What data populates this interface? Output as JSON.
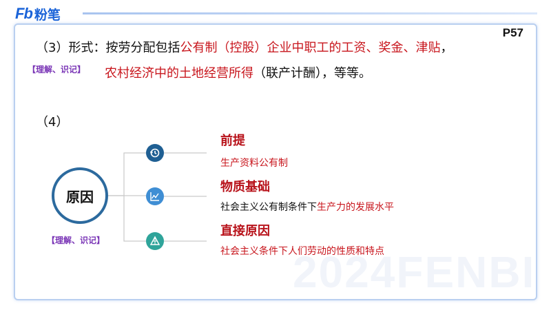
{
  "brand": {
    "mark": "Fb",
    "name": "粉笔"
  },
  "page_number": "P57",
  "form_section": {
    "prefix": "（3）形式：按劳分配包括",
    "red_part1": "公有制（控股）企业中职工的工资、奖金、津贴",
    "comma": "，",
    "red_part2": "农村经济中的土地经营所得",
    "suffix": "（联产计酬），等等。",
    "tag": "【理解、识记】"
  },
  "section4": {
    "number": "（4）",
    "center_label": "原因",
    "tag": "【理解、识记】",
    "items": [
      {
        "icon": "history-clock-icon",
        "heading": "前提",
        "desc_plain": "",
        "desc_red": "生产资料公有制"
      },
      {
        "icon": "chart-icon",
        "heading": "物质基础",
        "desc_plain": "社会主义公有制条件下",
        "desc_red": "生产力的发展水平"
      },
      {
        "icon": "triangle-network-icon",
        "heading": "直接原因",
        "desc_plain": "",
        "desc_red": "社会主义条件下人们劳动的性质和特点"
      }
    ]
  },
  "watermark": "2024FENBI",
  "colors": {
    "brand_blue": "#1a63d8",
    "highlight_red": "#c8161d",
    "tag_purple": "#7a35b6",
    "circle_border": "#2c6a9e",
    "icon1": "#1f5f93",
    "icon2": "#3f8ed4",
    "icon3": "#2fa49a"
  }
}
